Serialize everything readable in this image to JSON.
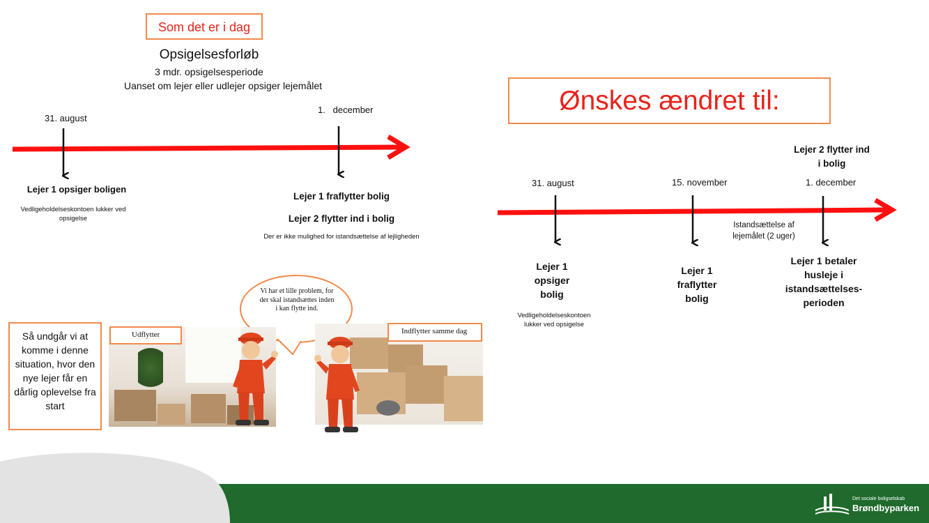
{
  "left": {
    "tag": "Som det er i dag",
    "heading": "Opsigelsesforløb",
    "sub1": "3 mdr. opsigelsesperiode",
    "sub2": "Uanset om lejer eller udlejer opsiger lejemålet",
    "date1": "31. august",
    "date2": "1.   december",
    "event1_title": "Lejer 1 opsiger boligen",
    "event1_note": "Vedligeholdelseskontoen lukker ved opsigelse",
    "event2_line1": "Lejer 1 fraflytter bolig",
    "event2_line2": "Lejer 2 flytter ind i bolig",
    "event2_note": "Der er ikke mulighed for istandsættelse af lejligheden"
  },
  "right": {
    "tag": "Ønskes ændret til:",
    "date1": "31. august",
    "date2": "15. november",
    "date3": "1. december",
    "top_event": "Lejer 2 flytter ind i bolig",
    "event1": "Lejer 1 opsiger bolig",
    "event1_note": "Vedligeholdelseskontoen lukker ved opsigelse",
    "event2": "Lejer 1 fraflytter bolig",
    "mid_note": "Istandsættelse af lejemålet (2 uger)",
    "event3": "Lejer 1 betaler husleje i istandsættelses-perioden"
  },
  "bottom": {
    "situation_text": "Så undgår vi at komme i denne situation, hvor den nye lejer får en dårlig oplevelse fra start",
    "label_out": "Udflytter",
    "label_in": "Indflytter samme dag",
    "speech": "Vi har et lille problem, for der skal istandsættes inden i kan flytte ind."
  },
  "footer": {
    "logo_small": "Det sociale boligselskab",
    "logo_name": "Brøndbyparken"
  },
  "colors": {
    "arrow": "#ff1010",
    "box_border": "#f08a4b",
    "tag_text": "#e8231b",
    "footer_green": "#1f6a2c"
  }
}
